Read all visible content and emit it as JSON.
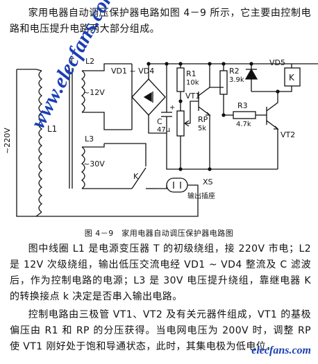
{
  "intro": "家用电器自动调压保护器电路如图 4－9 所示，它主要由控制电路和电压提升电路两大部分组成。",
  "diagram": {
    "labels": {
      "T": "T",
      "L2": "L2",
      "L1": "L1",
      "L3": "L3",
      "v12": "~12V",
      "v30": "~30V",
      "v220": "~220V",
      "bridge": "VD1 ~ VD4",
      "C": "C",
      "C_val": "47μ",
      "R1": "R1",
      "R1_val": "10k",
      "RP": "RP",
      "RP_val": "5k",
      "VT1": "VT1",
      "R2": "R2",
      "R2_val": "3.9k",
      "R3": "R3",
      "R3_val": "4.7k",
      "VD5": "VD5",
      "K_relay": "K",
      "VT2": "VT2",
      "K_switch": "K",
      "XS": "XS",
      "outlet": "输出插座",
      "plus": "+"
    }
  },
  "caption": "图 4－9　家用电器自动调压保护器电路图",
  "desc1": "图中线圈 L1 是电源变压器 T 的初级绕组，接 220V 市电；L2 是 12V 次级绕组，输出低压交流电经 VD1 ~ VD4 整流及 C 滤波后，作为控制电路的电源；L3 是 30V 电压提升绕组，靠继电器 K 的转换接点 k 决定是否串入输出电路。",
  "desc2": "控制电路由三极管 VT1、VT2 及有关元器件组成，VT1 的基极偏压由 R1 和 RP 的分压获得。当电网电压为 200V 时，调整 RP 使 VT1 刚好处于饱和导通状态，此时，其集电极为低电位，",
  "watermarks": {
    "main": "www.elecfans.com",
    "bottom": "elecfans.com"
  }
}
